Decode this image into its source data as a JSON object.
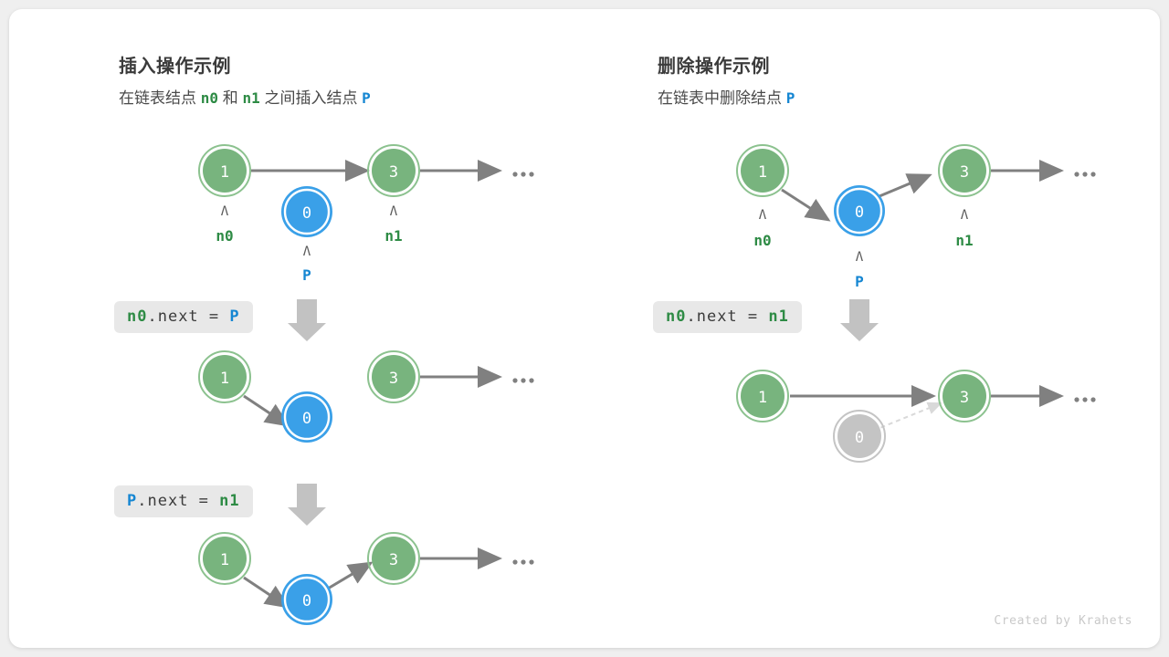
{
  "credit": "Created by Krahets",
  "colors": {
    "green_fill": "#78b47e",
    "green_ring": "#8cc28f",
    "blue_fill": "#3aa0e8",
    "blue_ring": "#3aa0e8",
    "gray_fill": "#c4c4c4",
    "gray_ring": "#c4c4c4",
    "arrow": "#808080",
    "label_green": "#2e8b45",
    "label_blue": "#1586d2",
    "code_bg": "#e8e8e8",
    "card_bg": "#ffffff",
    "page_bg": "#efefef"
  },
  "panels": [
    {
      "id": "insert",
      "title": "插入操作示例",
      "subtitle": {
        "parts": [
          {
            "t": "在链表结点 ",
            "k": "plain"
          },
          {
            "t": "n0",
            "k": "green"
          },
          {
            "t": " 和 ",
            "k": "plain"
          },
          {
            "t": "n1",
            "k": "green"
          },
          {
            "t": " 之间插入结点 ",
            "k": "plain"
          },
          {
            "t": "P",
            "k": "blue"
          }
        ]
      },
      "steps": [
        {
          "code": null,
          "nodes": [
            {
              "value": "1",
              "style": "green",
              "pointer": "n0",
              "pointer_style": "green"
            },
            {
              "value": "0",
              "style": "blue",
              "pointer": "P",
              "pointer_style": "blue"
            },
            {
              "value": "3",
              "style": "green",
              "pointer": "n1",
              "pointer_style": "green"
            }
          ],
          "ellipsis": true
        },
        {
          "code": {
            "parts": [
              {
                "t": "n0",
                "k": "green"
              },
              {
                "t": ".next = ",
                "k": "plain"
              },
              {
                "t": "P",
                "k": "blue"
              }
            ]
          },
          "nodes": [
            {
              "value": "1",
              "style": "green"
            },
            {
              "value": "0",
              "style": "blue"
            },
            {
              "value": "3",
              "style": "green"
            }
          ],
          "ellipsis": true
        },
        {
          "code": {
            "parts": [
              {
                "t": "P",
                "k": "blue"
              },
              {
                "t": ".next = ",
                "k": "plain"
              },
              {
                "t": "n1",
                "k": "green"
              }
            ]
          },
          "nodes": [
            {
              "value": "1",
              "style": "green"
            },
            {
              "value": "0",
              "style": "blue"
            },
            {
              "value": "3",
              "style": "green"
            }
          ],
          "ellipsis": true
        }
      ]
    },
    {
      "id": "delete",
      "title": "删除操作示例",
      "subtitle": {
        "parts": [
          {
            "t": "在链表中删除结点 ",
            "k": "plain"
          },
          {
            "t": "P",
            "k": "blue"
          }
        ]
      },
      "steps": [
        {
          "code": null,
          "nodes": [
            {
              "value": "1",
              "style": "green",
              "pointer": "n0",
              "pointer_style": "green"
            },
            {
              "value": "0",
              "style": "blue",
              "pointer": "P",
              "pointer_style": "blue"
            },
            {
              "value": "3",
              "style": "green",
              "pointer": "n1",
              "pointer_style": "green"
            }
          ],
          "ellipsis": true
        },
        {
          "code": {
            "parts": [
              {
                "t": "n0",
                "k": "green"
              },
              {
                "t": ".next = ",
                "k": "plain"
              },
              {
                "t": "n1",
                "k": "green"
              }
            ]
          },
          "nodes": [
            {
              "value": "1",
              "style": "green"
            },
            {
              "value": "0",
              "style": "gray"
            },
            {
              "value": "3",
              "style": "green"
            }
          ],
          "ellipsis": true
        }
      ]
    }
  ]
}
